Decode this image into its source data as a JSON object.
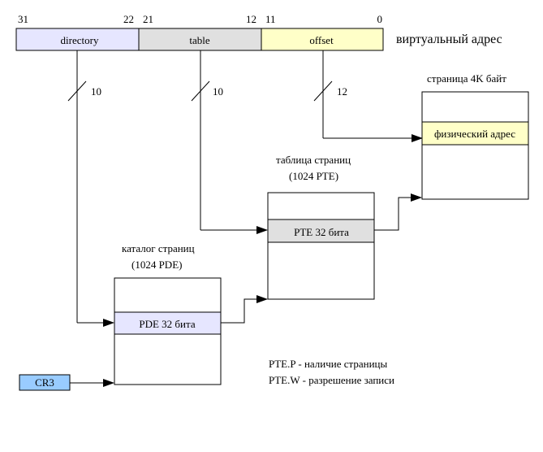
{
  "colors": {
    "directory": "#e6e6ff",
    "table": "#e0e0e0",
    "offset": "#ffffc8",
    "entry_pde": "#e6e6ff",
    "entry_pte": "#e0e0e0",
    "entry_phys": "#ffffc8",
    "cr3": "#99ccff",
    "line": "#000000"
  },
  "virtual_address": {
    "caption": "виртуальный адрес",
    "fields": [
      {
        "name": "directory",
        "hi_bit": "31",
        "lo_bit": "22"
      },
      {
        "name": "table",
        "hi_bit": "21",
        "lo_bit": "12"
      },
      {
        "name": "offset",
        "hi_bit": "11",
        "lo_bit": "0"
      }
    ]
  },
  "buses": [
    {
      "width": "10"
    },
    {
      "width": "10"
    },
    {
      "width": "12"
    }
  ],
  "page_directory": {
    "title": "каталог страниц",
    "subtitle": "(1024 PDE)",
    "entry": "PDE 32 бита"
  },
  "page_table": {
    "title": "таблица страниц",
    "subtitle": "(1024 PTE)",
    "entry": "PTE 32 бита"
  },
  "page_frame": {
    "title": "страница 4K байт",
    "entry": "физический адрес"
  },
  "cr3": {
    "label": "CR3"
  },
  "legend": [
    "PTE.P  -  наличие страницы",
    "PTE.W  -  разрешение записи"
  ]
}
